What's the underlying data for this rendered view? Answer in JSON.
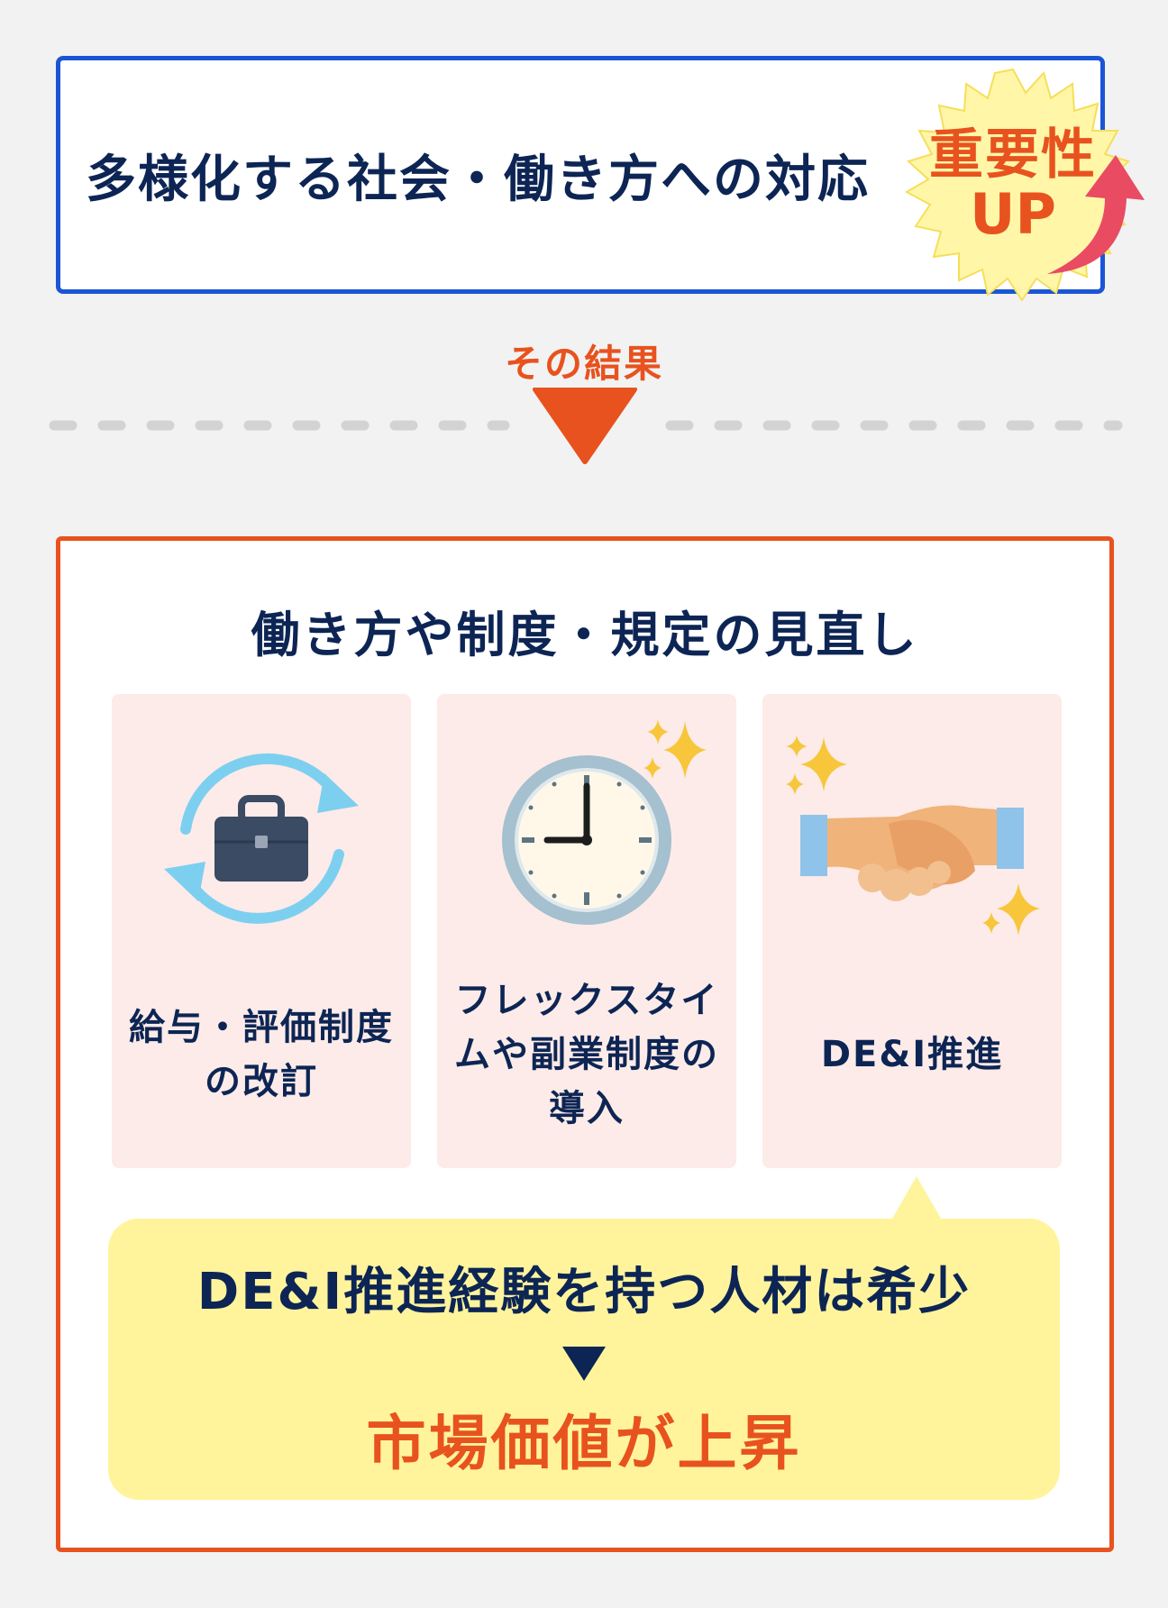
{
  "top": {
    "title": "多様化する社会・働き方への対応",
    "badge_line1": "重要性",
    "badge_line2": "UP"
  },
  "result_label": "その結果",
  "bottom": {
    "title": "働き方や制度・規定の見直し",
    "cards": [
      {
        "label": "給与・評価制度の改訂",
        "icon": "briefcase-cycle-icon"
      },
      {
        "label": "フレックスタイムや副業制度の導入",
        "icon": "clock-icon"
      },
      {
        "label": "DE&I推進",
        "icon": "handshake-icon"
      }
    ],
    "callout_line1": "DE&I推進経験を持つ人材は希少",
    "callout_line2": "市場価値が上昇"
  },
  "colors": {
    "navy": "#0d2554",
    "orange": "#e8521e",
    "blue_border": "#1a55d6",
    "card_bg": "#fcebe8",
    "callout_bg": "#fff49c",
    "badge_bg": "#fff6a8"
  }
}
